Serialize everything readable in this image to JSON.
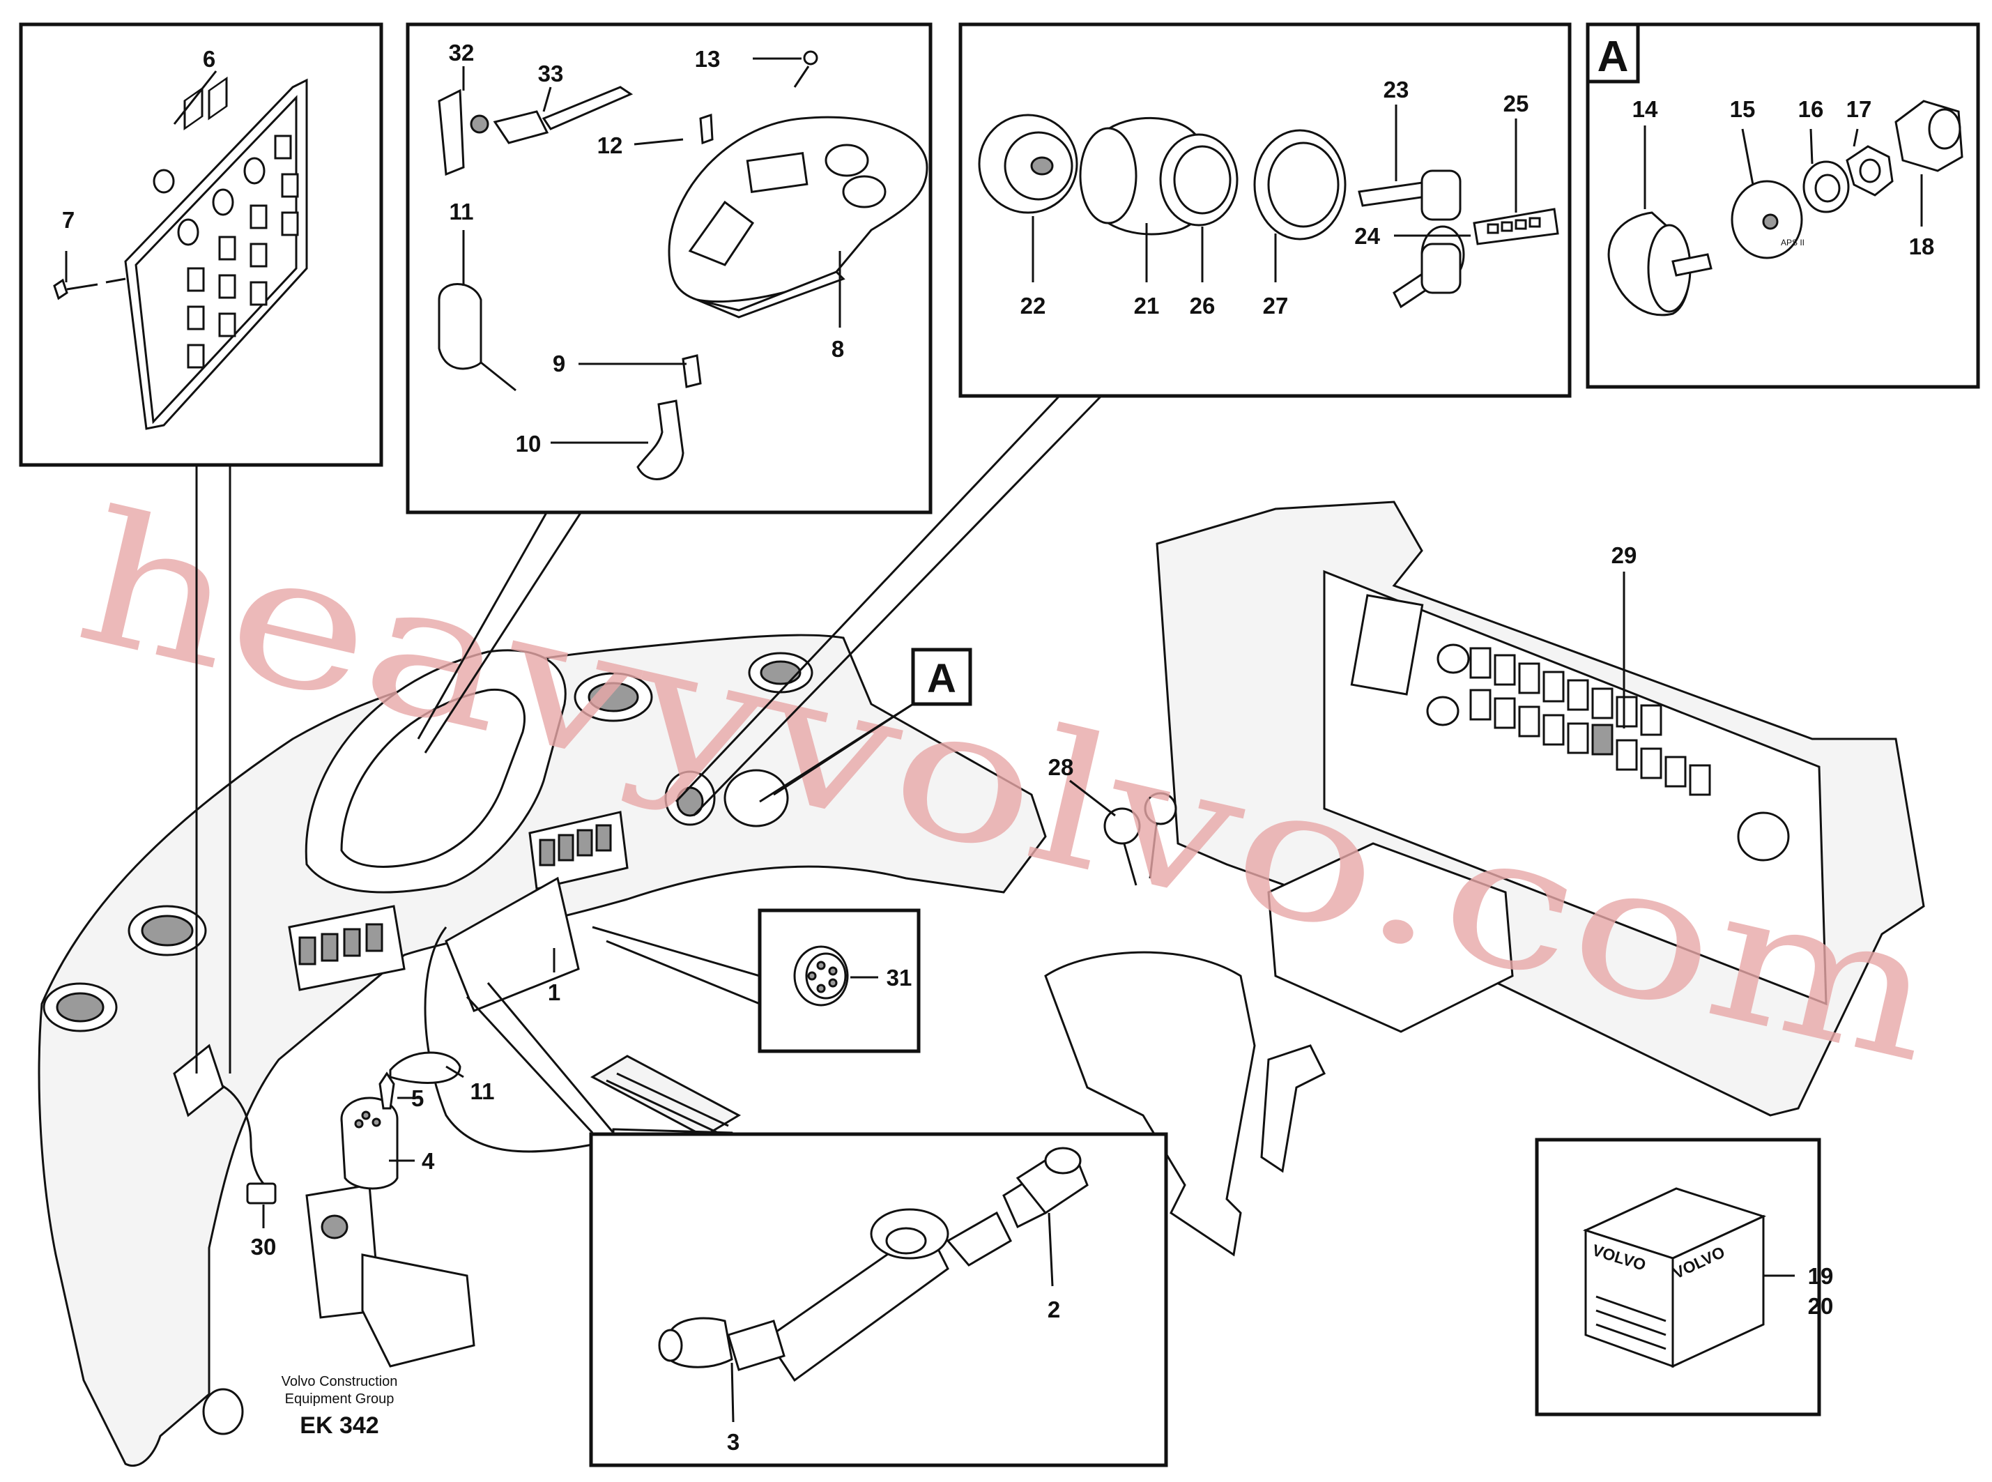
{
  "watermark": "heavyvolvo.com",
  "footer": {
    "company_line1": "Volvo Construction",
    "company_line2": "Equipment Group",
    "code": "EK 342"
  },
  "detail_letters": {
    "boxed_a": "A",
    "box_a_title": "A"
  },
  "kit_box": {
    "brand_left": "VOLVO",
    "brand_right": "VOLVO"
  },
  "callouts": {
    "c1": "1",
    "c2": "2",
    "c3": "3",
    "c4": "4",
    "c5": "5",
    "c6": "6",
    "c7": "7",
    "c8": "8",
    "c9": "9",
    "c10": "10",
    "c11a": "11",
    "c11b": "11",
    "c12": "12",
    "c13": "13",
    "c14": "14",
    "c15": "15",
    "c16": "16",
    "c17": "17",
    "c18": "18",
    "c19": "19",
    "c20": "20",
    "c21": "21",
    "c22": "22",
    "c23": "23",
    "c24": "24",
    "c25": "25",
    "c26": "26",
    "c27": "27",
    "c28": "28",
    "c29": "29",
    "c30": "30",
    "c31": "31",
    "c32": "32",
    "c33": "33"
  },
  "small_marks": {
    "aps": "APS II"
  }
}
